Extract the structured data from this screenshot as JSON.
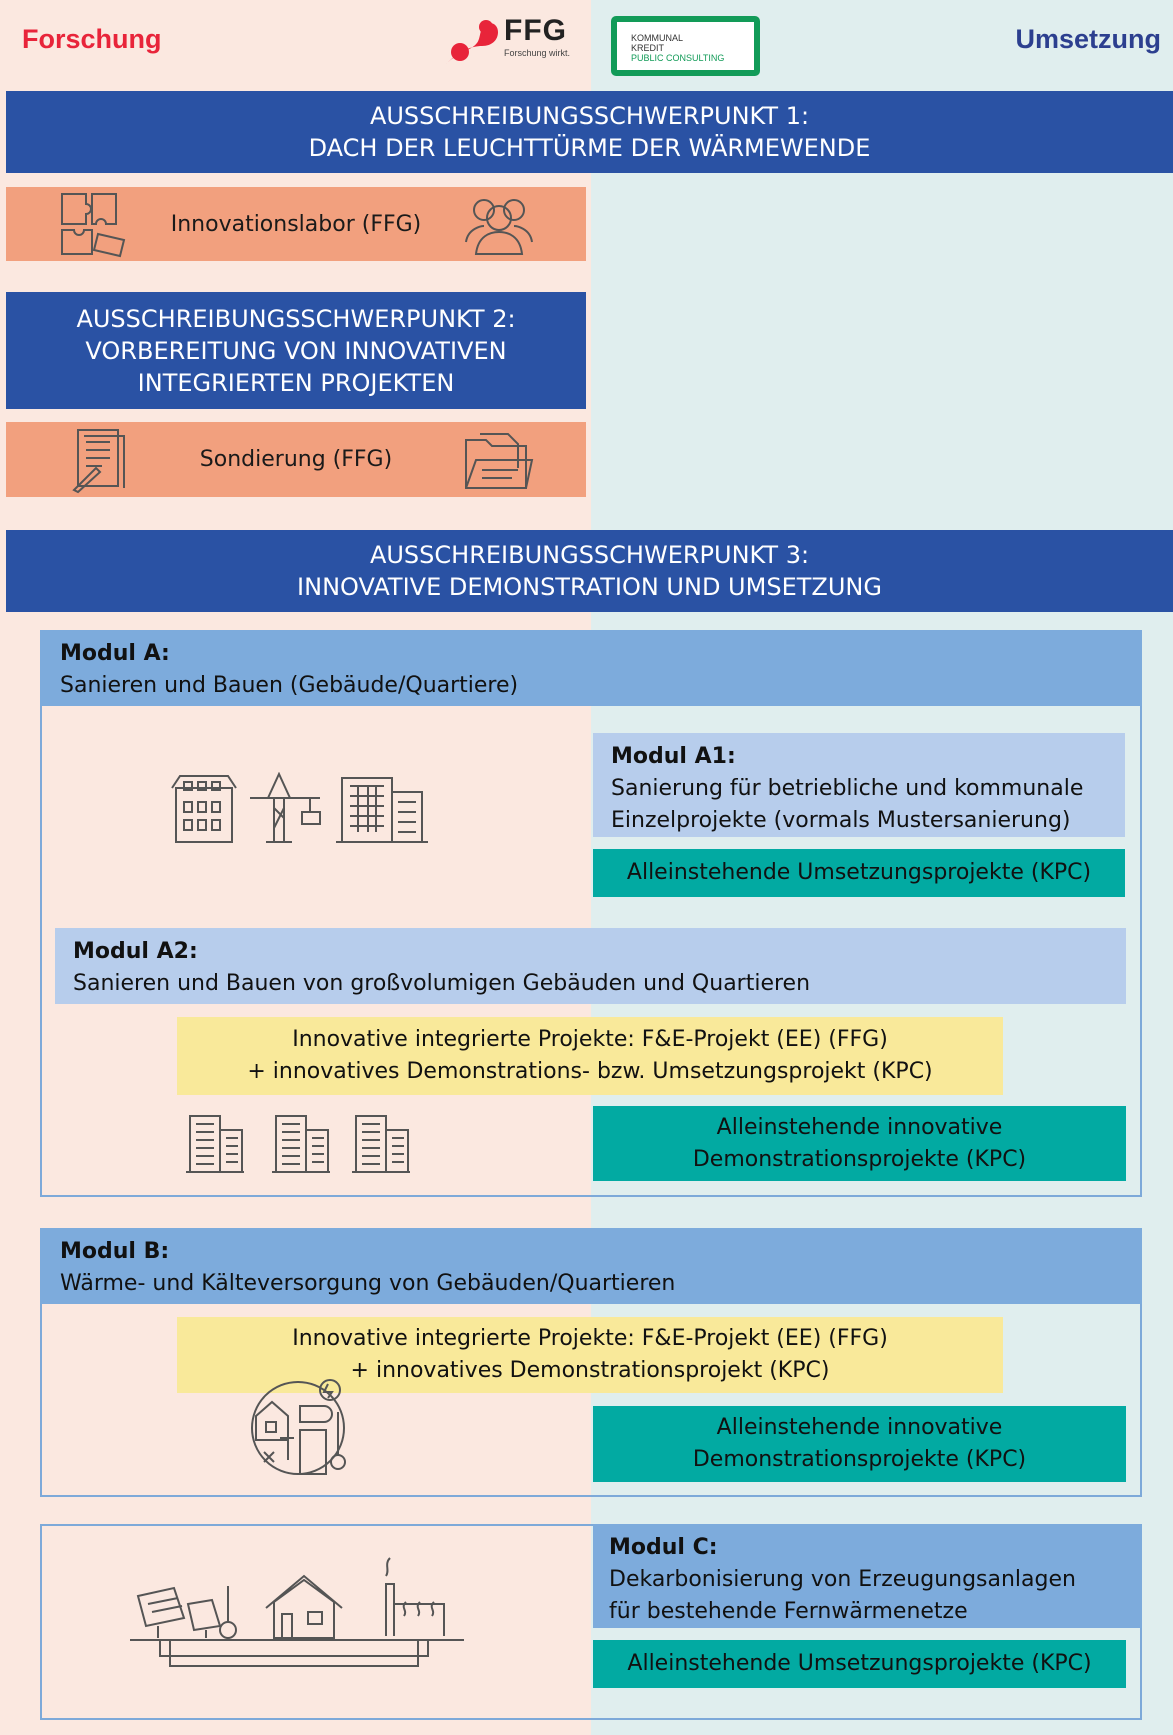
{
  "header": {
    "left_label": "Forschung",
    "right_label": "Umsetzung",
    "ffg_logo": {
      "name": "FFG",
      "tagline": "Forschung wirkt."
    },
    "kpc_logo": {
      "line1": "KOMMUNAL",
      "line2": "KREDIT",
      "line3": "PUBLIC CONSULTING"
    }
  },
  "focus1": {
    "line1": "AUSSCHREIBUNGSSCHWERPUNKT 1:",
    "line2": "DACH DER LEUCHTTÜRME DER WÄRMEWENDE",
    "item": "Innovationslabor (FFG)"
  },
  "focus2": {
    "line1": "AUSSCHREIBUNGSSCHWERPUNKT 2:",
    "line2": "VORBEREITUNG VON INNOVATIVEN",
    "line3": "INTEGRIERTEN PROJEKTEN",
    "item": "Sondierung (FFG)"
  },
  "focus3": {
    "line1": "AUSSCHREIBUNGSSCHWERPUNKT 3:",
    "line2": "INNOVATIVE DEMONSTRATION UND UMSETZUNG"
  },
  "modul_a": {
    "title": "Modul A:",
    "subtitle": "Sanieren und Bauen (Gebäude/Quartiere)",
    "a1": {
      "title": "Modul A1:",
      "line1": "Sanierung für betriebliche und kommunale",
      "line2": "Einzelprojekte (vormals Mustersanierung)",
      "box": "Alleinstehende Umsetzungsprojekte (KPC)"
    },
    "a2": {
      "title": "Modul A2:",
      "line1": "Sanieren und Bauen von großvolumigen Gebäuden und Quartieren",
      "yellow1": "Innovative integrierte Projekte: F&E-Projekt (EE) (FFG)",
      "yellow2": "+ innovatives Demonstrations- bzw. Umsetzungsprojekt (KPC)",
      "teal1": "Alleinstehende innovative",
      "teal2": "Demonstrationsprojekte (KPC)"
    }
  },
  "modul_b": {
    "title": "Modul B:",
    "subtitle": "Wärme- und Kälteversorgung von Gebäuden/Quartieren",
    "yellow1": "Innovative integrierte Projekte: F&E-Projekt (EE) (FFG)",
    "yellow2": "+ innovatives Demonstrationsprojekt (KPC)",
    "teal1": "Alleinstehende innovative",
    "teal2": "Demonstrationsprojekte (KPC)"
  },
  "modul_c": {
    "title": "Modul C:",
    "line1": "Dekarbonisierung von Erzeugungsanlagen",
    "line2": "für bestehende Fernwärmenetze",
    "box": "Alleinstehende Umsetzungsprojekte (KPC)"
  },
  "colors": {
    "navy": "#2a52a4",
    "salmon": "#f2a07e",
    "teal": "#02aaa2",
    "yellow": "#f9e99a",
    "module_head": "#7dabdc",
    "module_sub": "#b7cdec",
    "left_bg": "#fbe8e0",
    "right_bg": "#e0eeee",
    "red": "#e8243a"
  },
  "icons": [
    "puzzle-icon",
    "team-icon",
    "document-pen-icon",
    "folder-icon",
    "buildings-icon",
    "crane-icon",
    "office-icon",
    "apartment-blocks-icon",
    "heat-system-icon",
    "solar-district-heating-icon"
  ]
}
